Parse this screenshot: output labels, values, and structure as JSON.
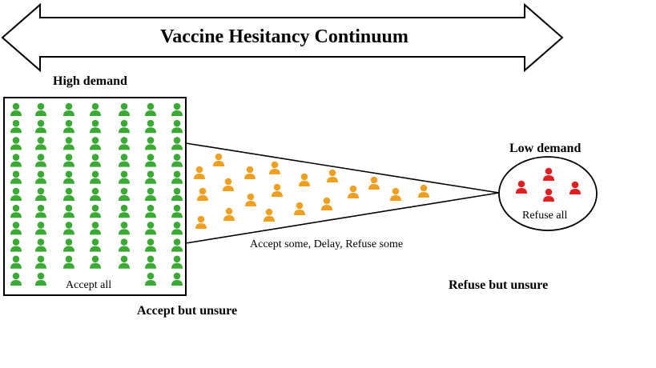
{
  "diagram": {
    "title": "Vaccine Hesitancy Continuum",
    "high_demand_label": "High demand",
    "low_demand_label": "Low demand",
    "accept_all_label": "Accept all",
    "middle_label": "Accept some, Delay, Refuse some",
    "refuse_all_label": "Refuse all",
    "accept_unsure_label": "Accept but unsure",
    "refuse_unsure_label": "Refuse but unsure"
  },
  "colors": {
    "accept": "#3aaa35",
    "middle": "#f0a020",
    "refuse": "#e02020",
    "outline": "#000000"
  },
  "icons": {
    "person": "person-icon"
  }
}
